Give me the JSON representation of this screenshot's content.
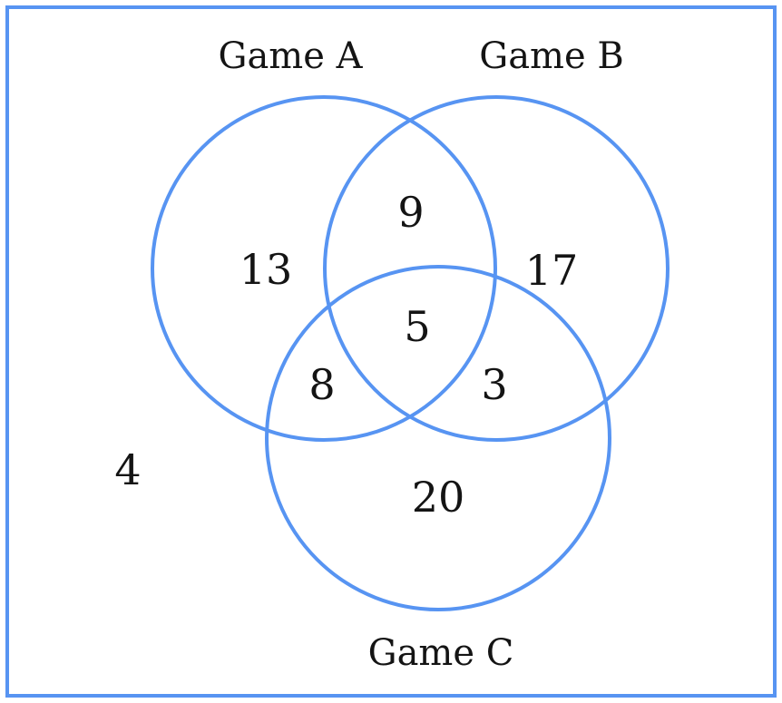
{
  "venn": {
    "type": "venn-3-sets",
    "labels": {
      "set_a": "Game A",
      "set_b": "Game B",
      "set_c": "Game C"
    },
    "values": {
      "a_only": "13",
      "b_only": "17",
      "c_only": "20",
      "a_and_b_only": "9",
      "a_and_c_only": "8",
      "b_and_c_only": "3",
      "a_and_b_and_c": "5",
      "outside_all": "4"
    },
    "colors": {
      "circle_stroke": "#5794f2",
      "frame_border": "#5794f2",
      "text": "#141414",
      "background": "#ffffff"
    }
  }
}
